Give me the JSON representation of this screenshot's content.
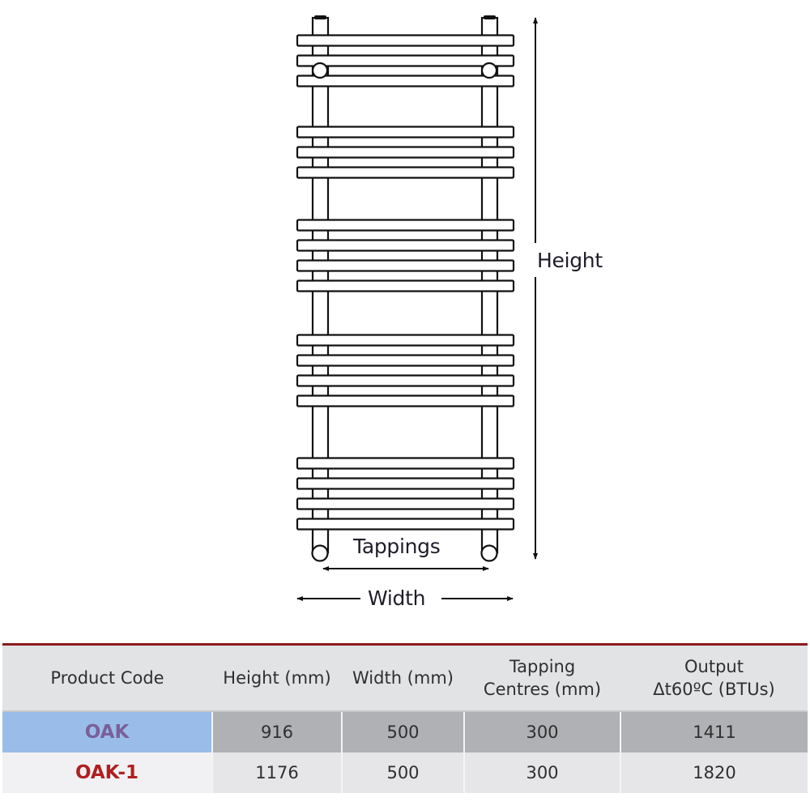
{
  "diagram": {
    "labels": {
      "height": "Height",
      "tappings": "Tappings",
      "width": "Width"
    },
    "rail_groups": [
      3,
      3,
      4,
      4,
      4
    ],
    "line_color": "#111111"
  },
  "table": {
    "accent_color": "#8c1c1c",
    "headers": [
      {
        "line1": "Product Code",
        "line2": ""
      },
      {
        "line1": "Height  (mm)",
        "line2": ""
      },
      {
        "line1": "Width (mm)",
        "line2": ""
      },
      {
        "line1": "Tapping",
        "line2": "Centres (mm)"
      },
      {
        "line1": "Output",
        "line2": "Δt60ºC (BTUs)"
      }
    ],
    "rows": [
      {
        "code": "OAK",
        "height": "916",
        "width": "500",
        "tapping": "300",
        "output": "1411",
        "code_color": "#7a5f9a"
      },
      {
        "code": "OAK-1",
        "height": "1176",
        "width": "500",
        "tapping": "300",
        "output": "1820",
        "code_color": "#b01f1f"
      }
    ]
  }
}
